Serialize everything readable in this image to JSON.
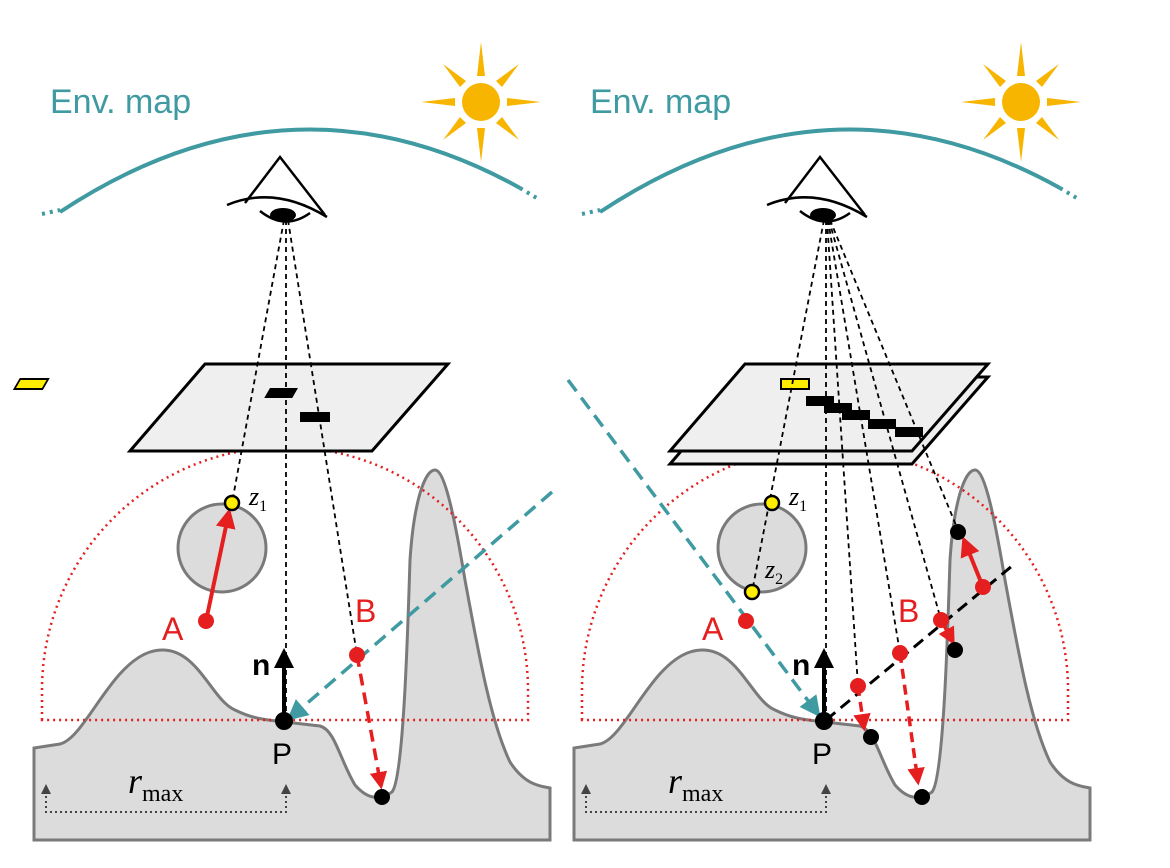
{
  "colors": {
    "envmap": "#3f9aa1",
    "sun": "#f7b500",
    "red": "#e51f1f",
    "terrain_fill": "#dcdcdc",
    "terrain_stroke": "#7a7a7a",
    "yellow": "#ffee00",
    "plane_fill": "#efefef"
  },
  "left": {
    "env_label": "Env. map",
    "z1": "z",
    "z1_sub": "1",
    "label_A": "A",
    "label_B": "B",
    "label_n": "n",
    "label_P": "P",
    "rmax": "r",
    "rmax_sub": "max"
  },
  "right": {
    "env_label": "Env. map",
    "z1": "z",
    "z1_sub": "1",
    "z2": "z",
    "z2_sub": "2",
    "label_A": "A",
    "label_B": "B",
    "label_n": "n",
    "label_P": "P",
    "rmax": "r",
    "rmax_sub": "max"
  },
  "icons": [
    "sun-icon",
    "eye-icon",
    "sun-icon",
    "eye-icon"
  ]
}
